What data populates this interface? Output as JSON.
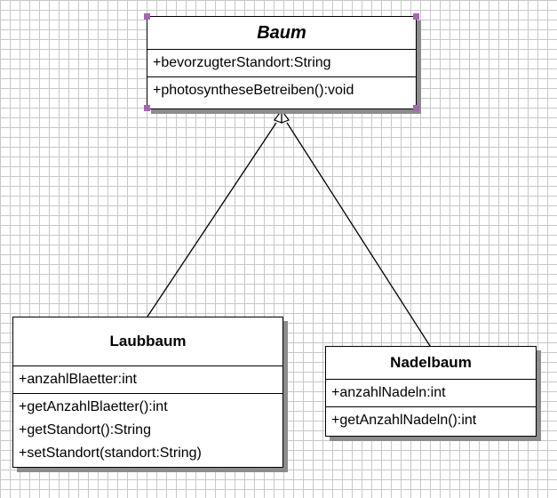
{
  "diagram": {
    "classes": [
      {
        "id": "baum",
        "name": "Baum",
        "abstract": true,
        "selected": true,
        "attributes": [
          "+bevorzugterStandort:String"
        ],
        "methods": [
          "+photosyntheseBetreiben():void"
        ]
      },
      {
        "id": "laub",
        "name": "Laubbaum",
        "attributes": [
          "+anzahlBlaetter:int"
        ],
        "methods": [
          "+getAnzahlBlaetter():int",
          "+getStandort():String",
          "+setStandort(standort:String)"
        ]
      },
      {
        "id": "nadel",
        "name": "Nadelbaum",
        "attributes": [
          "+anzahlNadeln:int"
        ],
        "methods": [
          "+getAnzahlNadeln():int"
        ]
      }
    ],
    "relations": [
      {
        "type": "generalization",
        "from": "Laubbaum",
        "to": "Baum"
      },
      {
        "type": "generalization",
        "from": "Nadelbaum",
        "to": "Baum"
      }
    ],
    "colors": {
      "grid": "#c8c8c8",
      "shadow": "#8c8c8c",
      "selection_handle": "#a566b3"
    }
  }
}
